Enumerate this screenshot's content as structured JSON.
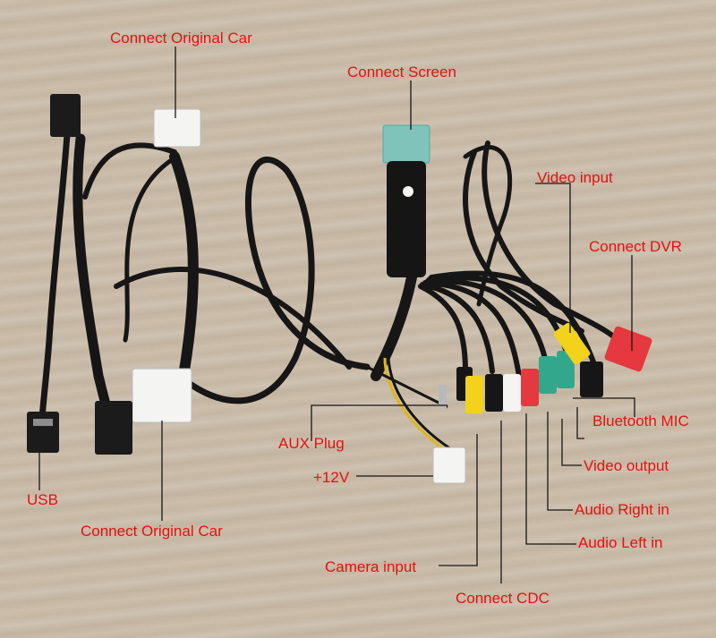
{
  "labels": {
    "connect_original_car_top": "Connect Original Car",
    "connect_screen": "Connect Screen",
    "video_input": "Video input",
    "connect_dvr": "Connect DVR",
    "bluetooth_mic": "Bluetooth MIC",
    "video_output": "Video output",
    "audio_right_in": "Audio Right in",
    "audio_left_in": "Audio Left in",
    "aux_plug": "AUX Plug",
    "plus_12v": "+12V",
    "usb": "USB",
    "connect_original_car_bottom": "Connect Original Car",
    "camera_input": "Camera input",
    "connect_cdc": "Connect CDC"
  },
  "colors": {
    "label_red": "#e3120f",
    "cable": "#161616",
    "connector_white": "#f4f4f2",
    "connector_teal": "#7fc3bb",
    "rca_yellow": "#f2d21a",
    "rca_red": "#e5383f",
    "rca_green": "#33a78c"
  }
}
